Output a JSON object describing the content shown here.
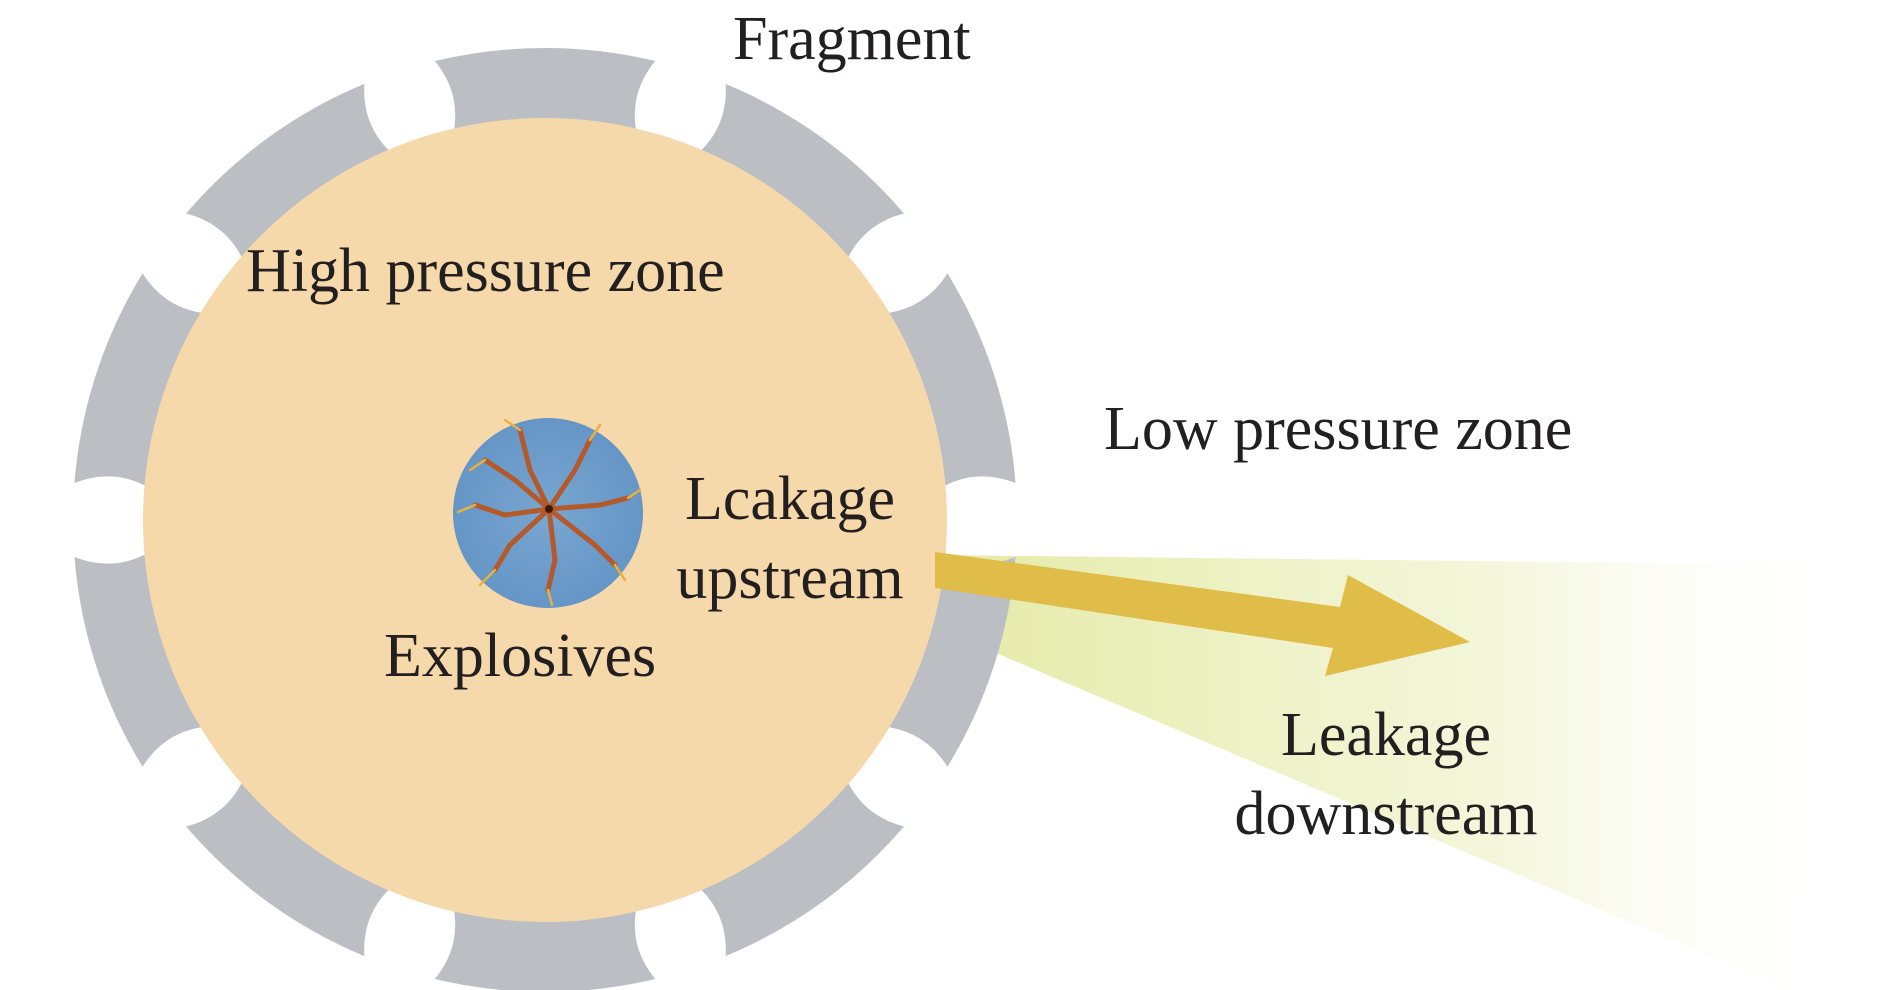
{
  "labels": {
    "fragment": "Fragment",
    "high_pressure_zone": "High pressure zone",
    "low_pressure_zone": "Low pressure zone",
    "leakage_upstream_line1": "Lcakage",
    "leakage_upstream_line2": "upstream",
    "explosives": "Explosives",
    "leakage_downstream_line1": "Leakage",
    "leakage_downstream_line2": "downstream"
  },
  "colors": {
    "background": "#ffffff",
    "fragment_gray": "#bbbec3",
    "high_pressure_fill": "#f5d9aa",
    "explosive_core": "#6d9ccb",
    "explosive_crack_dark": "#b45a2a",
    "explosive_crack_light": "#e8b040",
    "leak_arrow": "#e0bd48",
    "leak_cone": "#e6ebab",
    "text": "#231f20"
  }
}
